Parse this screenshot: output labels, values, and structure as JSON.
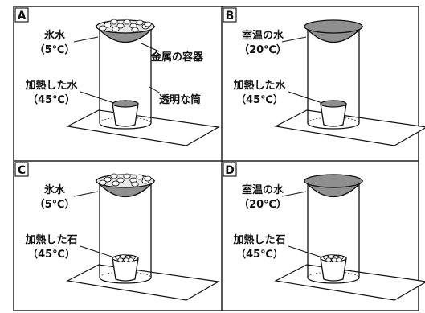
{
  "panels": [
    {
      "id": "A",
      "top": [
        "氷水",
        "（5℃）"
      ],
      "bottom": [
        "加熱した水",
        "（45℃）"
      ],
      "container_label": "金属の容器",
      "tube_label": "透明な筒",
      "top_content": "ice",
      "bottom_content": "water"
    },
    {
      "id": "B",
      "top": [
        "室温の水",
        "（20℃）"
      ],
      "bottom": [
        "加熱した水",
        "（45℃）"
      ],
      "top_content": "water",
      "bottom_content": "water"
    },
    {
      "id": "C",
      "top": [
        "氷水",
        "（5℃）"
      ],
      "bottom": [
        "加熱した石",
        "（45℃）"
      ],
      "top_content": "ice",
      "bottom_content": "stones"
    },
    {
      "id": "D",
      "top": [
        "室温の水",
        "（20℃）"
      ],
      "bottom": [
        "加熱した石",
        "（45℃）"
      ],
      "top_content": "water",
      "bottom_content": "stones"
    }
  ],
  "colors": {
    "line": "#111111",
    "water": "#8f8f8f",
    "ice": "#e8e8e8",
    "border": "#222222"
  }
}
